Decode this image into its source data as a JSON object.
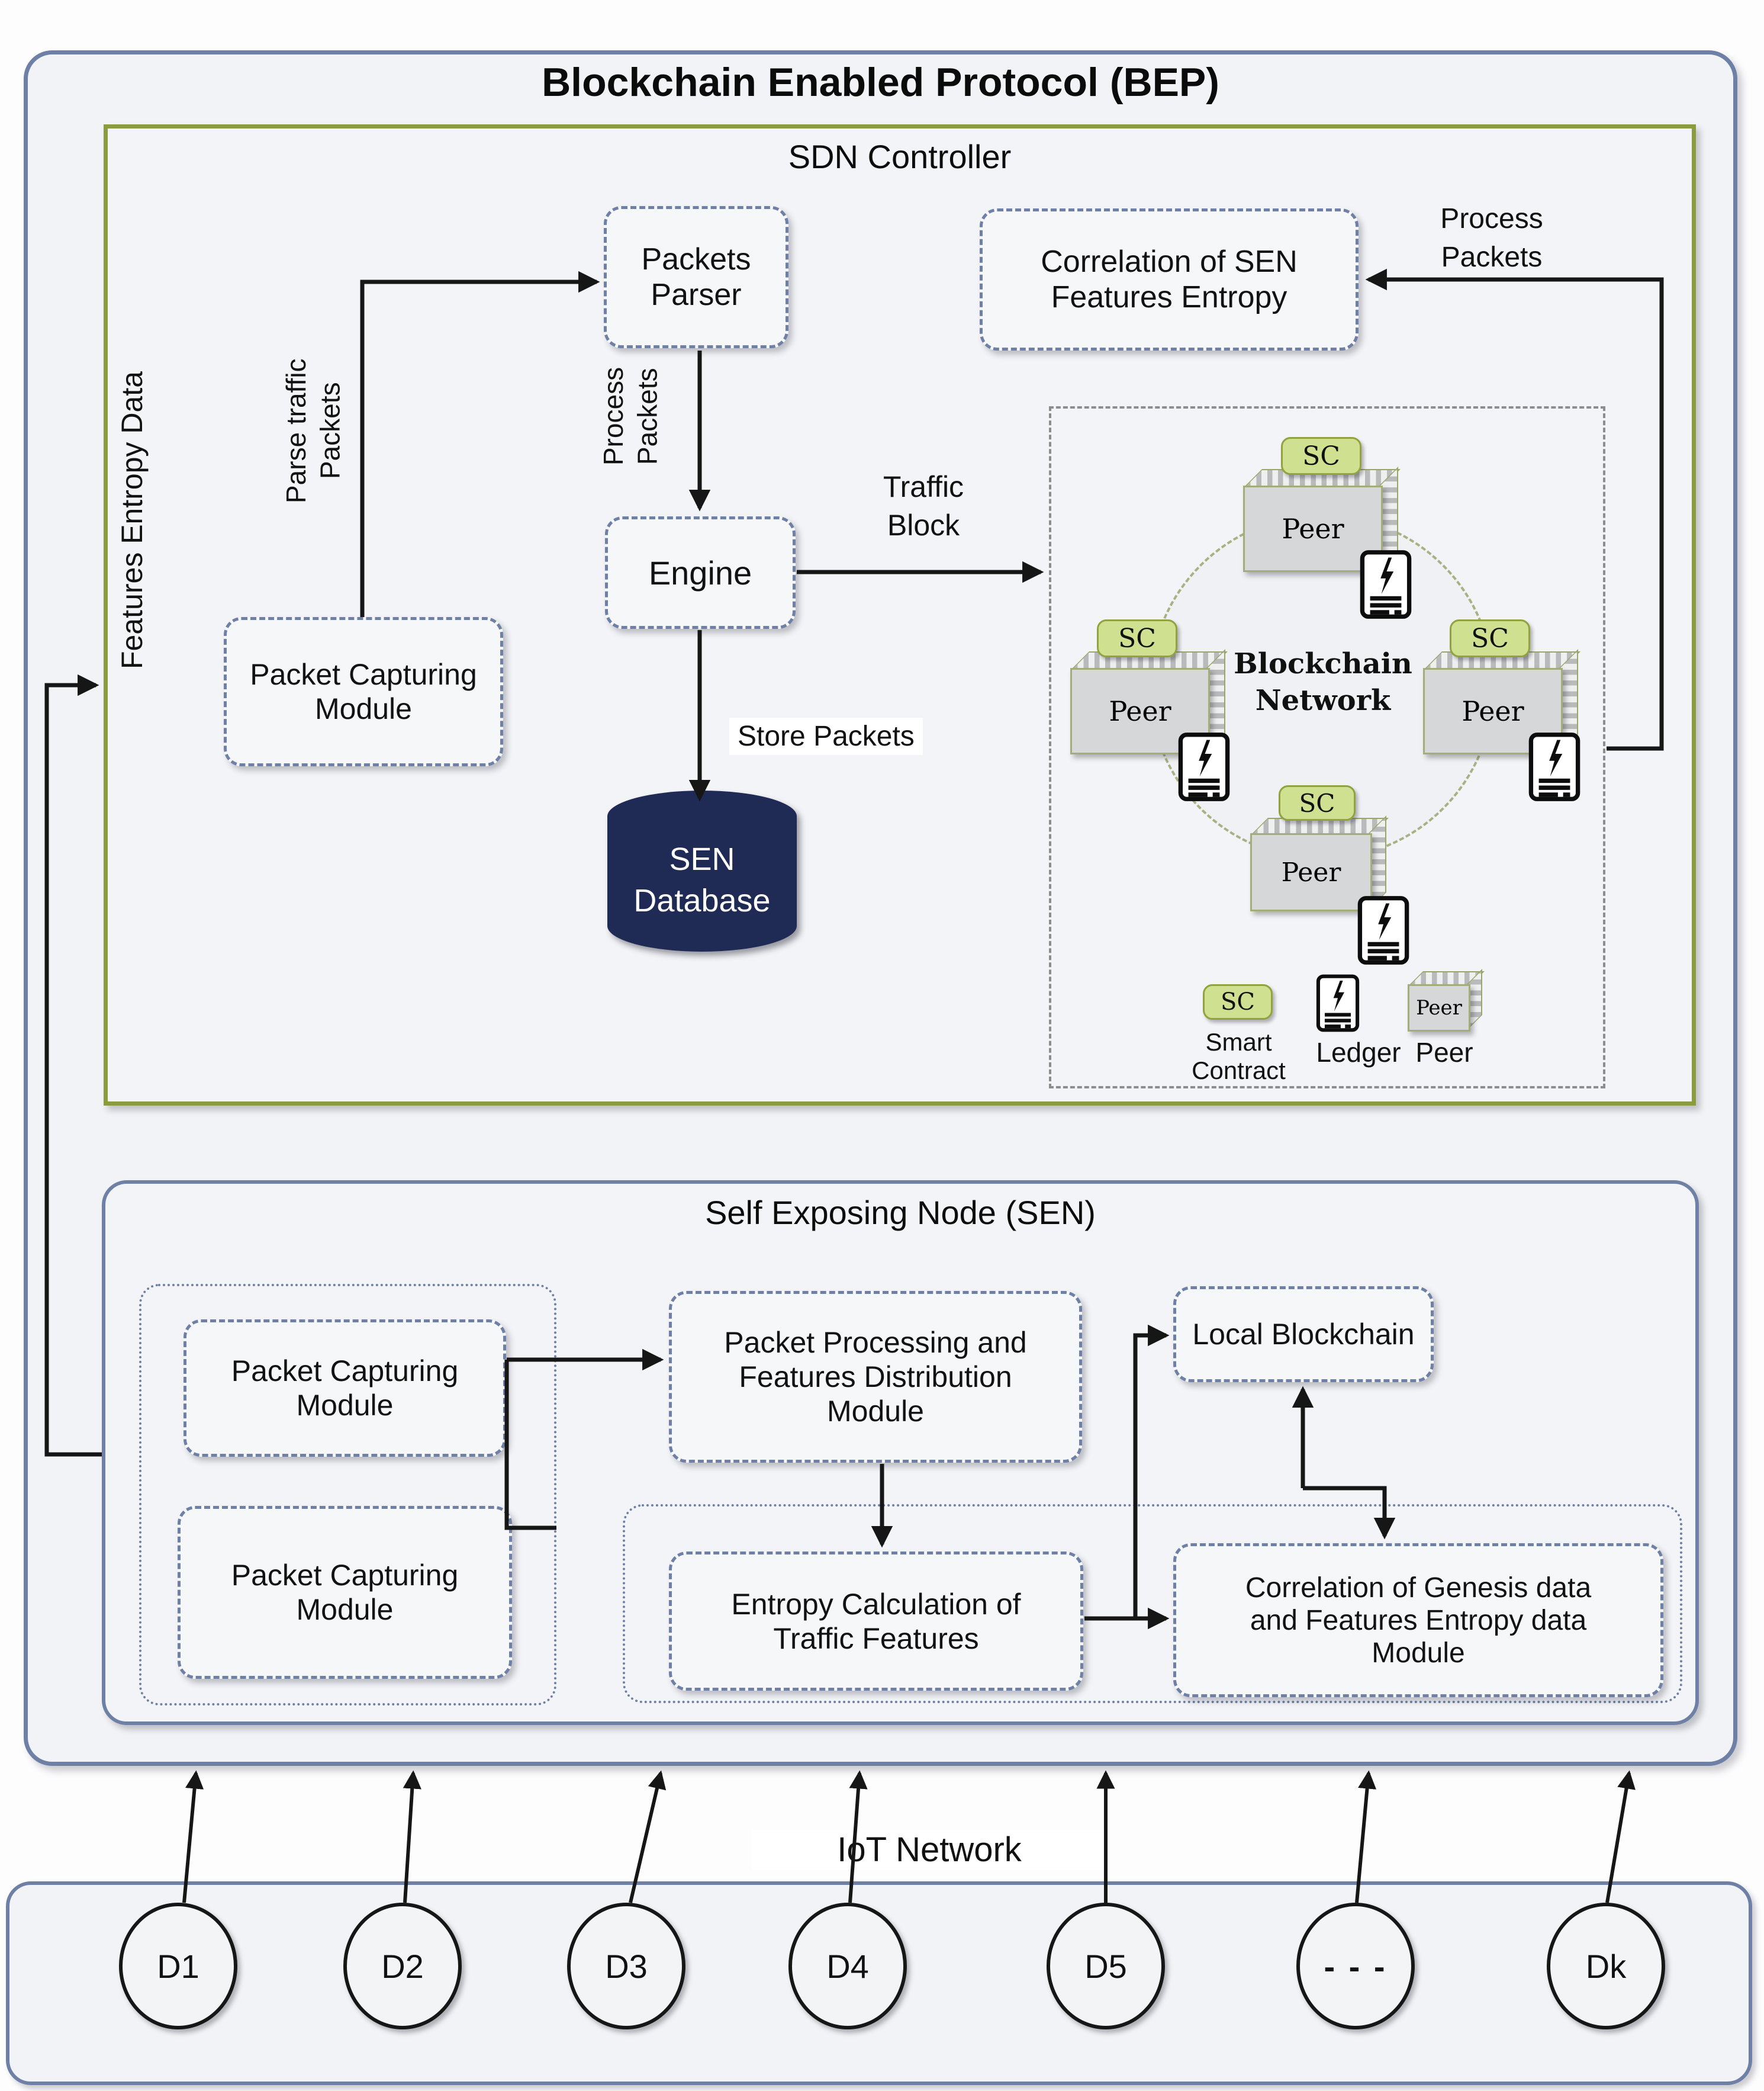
{
  "bep": {
    "title": "Blockchain Enabled Protocol (BEP)"
  },
  "sdn": {
    "title": "SDN Controller",
    "features_entropy_label": "Features Entropy Data",
    "packets_parser": "Packets\nParser",
    "correlation_sen": "Correlation of SEN\nFeatures Entropy",
    "process_packets_right": "Process\nPackets",
    "parse_traffic_label": "Parse traffic\nPackets",
    "process_packets_mid": "Process\nPackets",
    "packet_capturing_module": "Packet Capturing\nModule",
    "engine": "Engine",
    "traffic_block": "Traffic\nBlock",
    "store_packets": "Store Packets",
    "sen_database": "SEN\nDatabase"
  },
  "blockchain": {
    "network_label": "Blockchain\nNetwork",
    "sc": "SC",
    "peer": "Peer",
    "legend": {
      "smart_contract": "Smart\nContract",
      "ledger": "Ledger",
      "peer": "Peer"
    }
  },
  "sen": {
    "title": "Self Exposing Node (SEN)",
    "pcm1": "Packet Capturing\nModule",
    "pcm2": "Packet Capturing\nModule",
    "packet_processing": "Packet Processing and\nFeatures Distribution\nModule",
    "local_blockchain": "Local Blockchain",
    "entropy_calc": "Entropy Calculation of\nTraffic Features",
    "correlation_genesis": "Correlation of Genesis data\nand Features Entropy data\nModule"
  },
  "iot": {
    "label": "IoT Network",
    "devices": [
      "D1",
      "D2",
      "D3",
      "D4",
      "D5",
      "- - -",
      "Dk"
    ]
  },
  "colors": {
    "sdn_border_olive": "#8a9b40",
    "box_border_slate": "#6e80a6",
    "database_navy": "#202b55",
    "sc_fill_green": "#cfe091",
    "arrow_black": "#161616"
  }
}
